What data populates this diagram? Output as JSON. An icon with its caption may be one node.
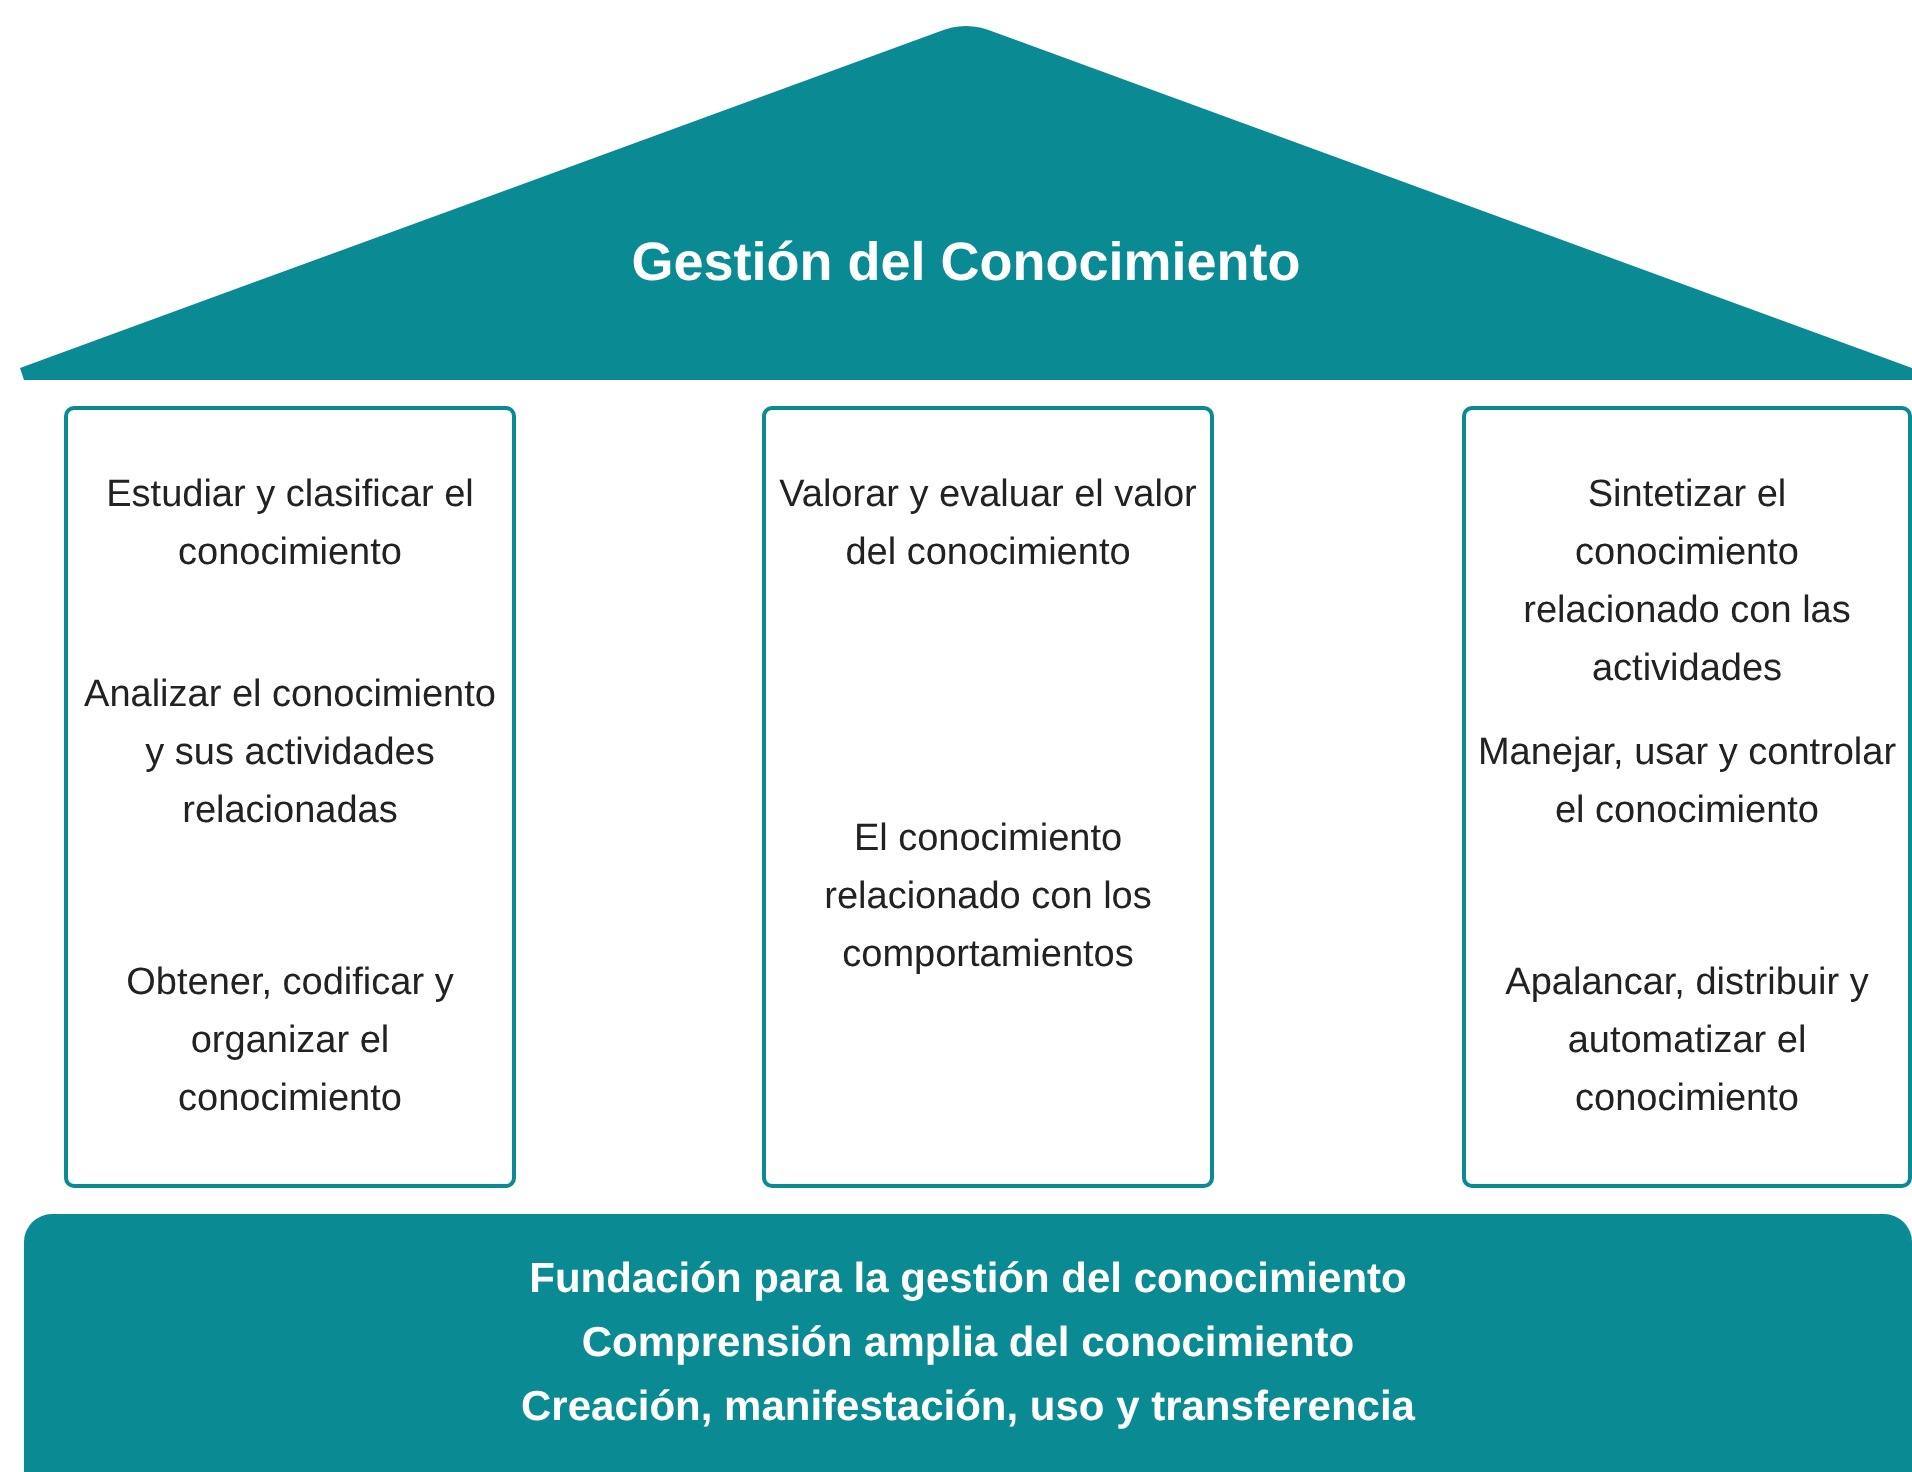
{
  "diagram": {
    "nodes": [
      {
        "text": [
          "Gestión del Conocimiento"
        ]
      },
      {
        "text": [
          "Estudiar y clasificar el conocimiento",
          "Analizar el conocimiento y sus actividades relacionadas",
          "Obtener, codificar y organizar el conocimiento"
        ]
      },
      {
        "text": [
          "Valorar y evaluar el valor del conocimiento",
          "El conocimiento relacionado con los comportamientos"
        ]
      },
      {
        "text": [
          "Sintetizar el conocimiento relacionado con las actividades",
          "Manejar, usar y controlar el conocimiento",
          "Apalancar, distribuir y automatizar el conocimiento"
        ]
      },
      {
        "text": [
          "Fundación para la gestión del conocimiento",
          "Comprensión amplia del conocimiento",
          "Creación, manifestación, uso y transferencia"
        ]
      }
    ]
  }
}
